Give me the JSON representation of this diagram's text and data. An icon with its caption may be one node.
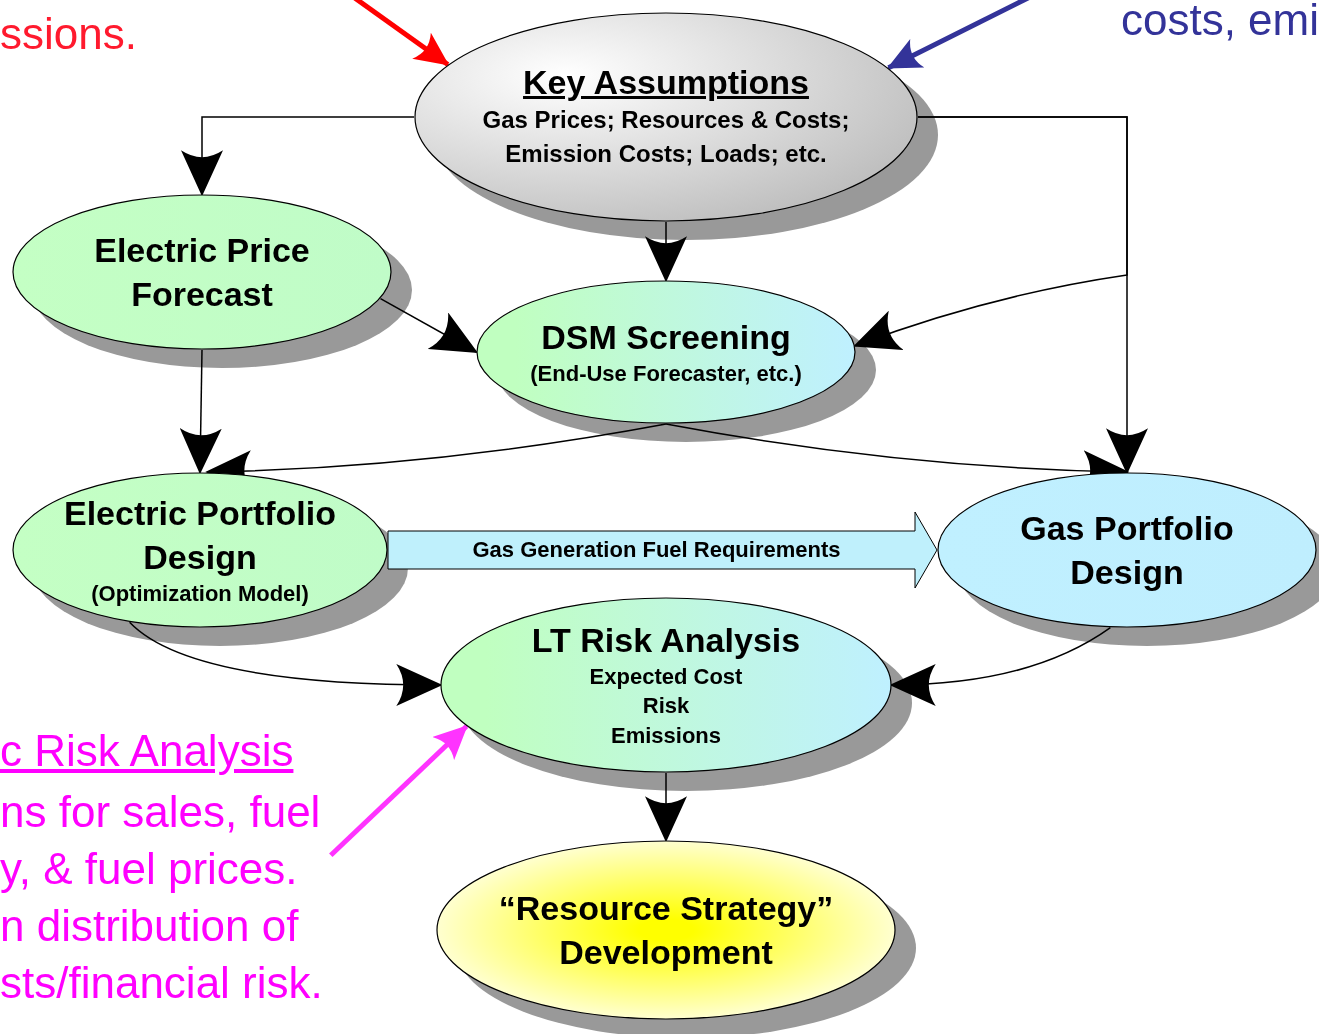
{
  "diagram": {
    "nodes": [
      {
        "text": [
          "Key Assumptions",
          "Gas Prices; Resources & Costs; Emission Costs; Loads; etc."
        ]
      },
      {
        "text": [
          "Electric Price Forecast"
        ]
      },
      {
        "text": [
          "DSM Screening",
          "(End-Use Forecaster, etc.)"
        ]
      },
      {
        "text": [
          "Electric Portfolio Design",
          "(Optimization Model)"
        ]
      },
      {
        "text": [
          "Gas Portfolio Design"
        ]
      },
      {
        "text": [
          "LT Risk Analysis",
          "Expected Cost",
          "Risk",
          "Emissions"
        ]
      },
      {
        "text": [
          "“Resource Strategy” Development"
        ]
      },
      {
        "text": [
          "c Risk Analysis",
          "ns for sales, fuel",
          "y, & fuel prices.",
          "n distribution of",
          "sts/financial risk."
        ]
      }
    ],
    "edges": [
      {
        "from": null,
        "to": 0,
        "arrow": "to",
        "style": "thick",
        "color": "#ff0000"
      },
      {
        "from": null,
        "to": 0,
        "arrow": "to",
        "style": "thick",
        "color": "#333399"
      },
      {
        "from": 0,
        "to": 1,
        "arrow": "to"
      },
      {
        "from": 0,
        "to": 2,
        "arrow": "to"
      },
      {
        "from": 0,
        "to": 4,
        "arrow": "to"
      },
      {
        "from": 0,
        "to": 2,
        "arrow": "to"
      },
      {
        "from": 1,
        "to": 2,
        "arrow": "to"
      },
      {
        "from": 1,
        "to": 3,
        "arrow": "to"
      },
      {
        "from": 2,
        "to": 3,
        "arrow": "to"
      },
      {
        "from": 2,
        "to": 4,
        "arrow": "to"
      },
      {
        "from": 3,
        "to": 4,
        "arrow": "to",
        "label": "Gas Generation Fuel Requirements",
        "style": "thick",
        "color": "#bff0fc"
      },
      {
        "from": 3,
        "to": 5,
        "arrow": "to"
      },
      {
        "from": 4,
        "to": 5,
        "arrow": "to"
      },
      {
        "from": 5,
        "to": 6,
        "arrow": "to"
      },
      {
        "from": 7,
        "to": 5,
        "arrow": "to",
        "style": "thick",
        "color": "#ff33ff"
      }
    ],
    "labels": [
      "ssions.",
      "costs, emi"
    ]
  }
}
